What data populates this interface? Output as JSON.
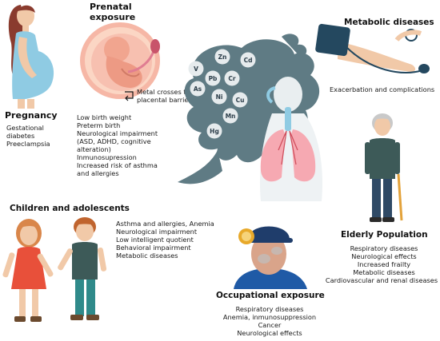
{
  "pregnancy": {
    "title": "Pregnancy",
    "items": [
      "Gestational",
      "diabetes",
      "Preeclampsia"
    ]
  },
  "prenatal": {
    "title_line1": "Prenatal",
    "title_line2": "exposure",
    "barrier_line1": "Metal crosses the",
    "barrier_line2": "placental barrier",
    "items": [
      "Low birth weight",
      "Preterm birth",
      "Neurological impairment",
      "(ASD, ADHD, cognitive",
      "alteration)",
      "Inmunosupression",
      "Increased risk of asthma",
      "and allergies"
    ]
  },
  "metals": [
    "Zn",
    "Cd",
    "V",
    "Pb",
    "Cr",
    "As",
    "Ni",
    "Cu",
    "Mn",
    "Hg"
  ],
  "metabolic": {
    "title": "Metabolic diseases",
    "subtitle": "Exacerbation and complications"
  },
  "children": {
    "title": "Children and adolescents",
    "items": [
      "Asthma and allergies, Anemia",
      "Neurological impairment",
      "Low intelligent quotient",
      "Behavioral impairment",
      "Metabolic diseases"
    ]
  },
  "elderly": {
    "title": "Elderly Population",
    "items": [
      "Respiratory diseases",
      "Neurological effects",
      "Increased frailty",
      "Metabolic diseases",
      "Cardiovascular and renal diseases"
    ]
  },
  "occupational": {
    "title": "Occupational exposure",
    "items": [
      "Respiratory diseases",
      "Anemia, inmunosuppression",
      "Cancer",
      "Neurological effects"
    ]
  },
  "colors": {
    "smoke": "#5f7b84",
    "skin": "#f1c9a8",
    "hair_brown": "#8a3b2e",
    "dress_blue": "#8fcbe3",
    "lung_pink": "#f6a9b2",
    "helmet_navy": "#1f3d6b",
    "cuff_navy": "#24485f",
    "elder_green": "#3d5a58"
  }
}
